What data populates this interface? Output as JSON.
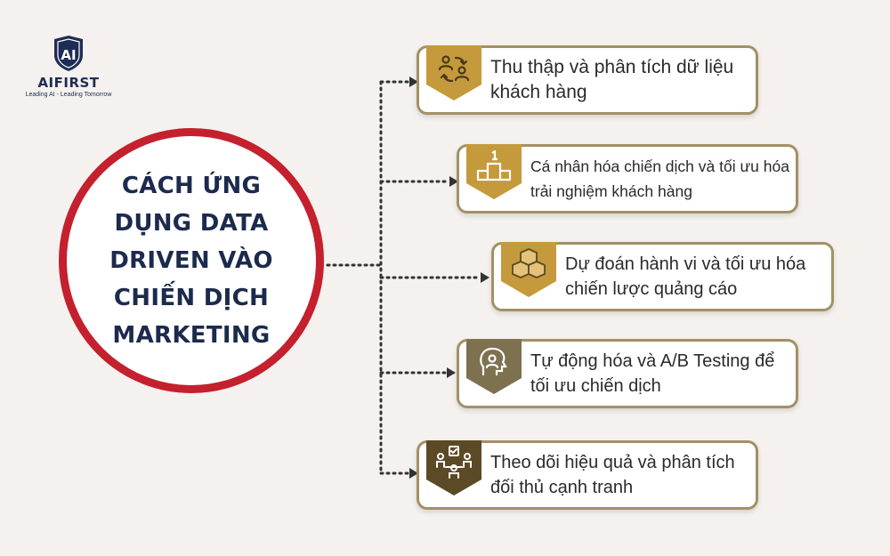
{
  "logo": {
    "mark_text": "AI",
    "name": "AIFIRST",
    "tagline": "Leading AI - Leading Tomorrow"
  },
  "center": {
    "title": "CÁCH ỨNG DỤNG DATA DRIVEN VÀO CHIẾN DỊCH MARKETING"
  },
  "steps": [
    {
      "text": "Thu thập và phân tích dữ liệu khách hàng",
      "icon": "data-exchange-icon"
    },
    {
      "text": "Cá nhân hóa chiến dịch và tối ưu hóa trải nghiệm khách hàng",
      "icon": "podium-icon"
    },
    {
      "text": "Dự đoán hành vi và tối ưu hóa chiến lược quảng cáo",
      "icon": "boxes-icon"
    },
    {
      "text": "Tự động hóa và A/B Testing để tối ưu chiến dịch",
      "icon": "user-head-icon"
    },
    {
      "text": "Theo dõi hiệu quả và phân tích đối thủ cạnh tranh",
      "icon": "team-meeting-icon"
    }
  ],
  "colors": {
    "background": "#f4f1ee",
    "circle_border": "#c4202e",
    "title_text": "#1c2a4d",
    "card_border": "#a39165",
    "badge_gold": "#c49a3c",
    "badge_olive": "#7d7150",
    "badge_brown": "#5c4a26",
    "connector": "#333333"
  }
}
